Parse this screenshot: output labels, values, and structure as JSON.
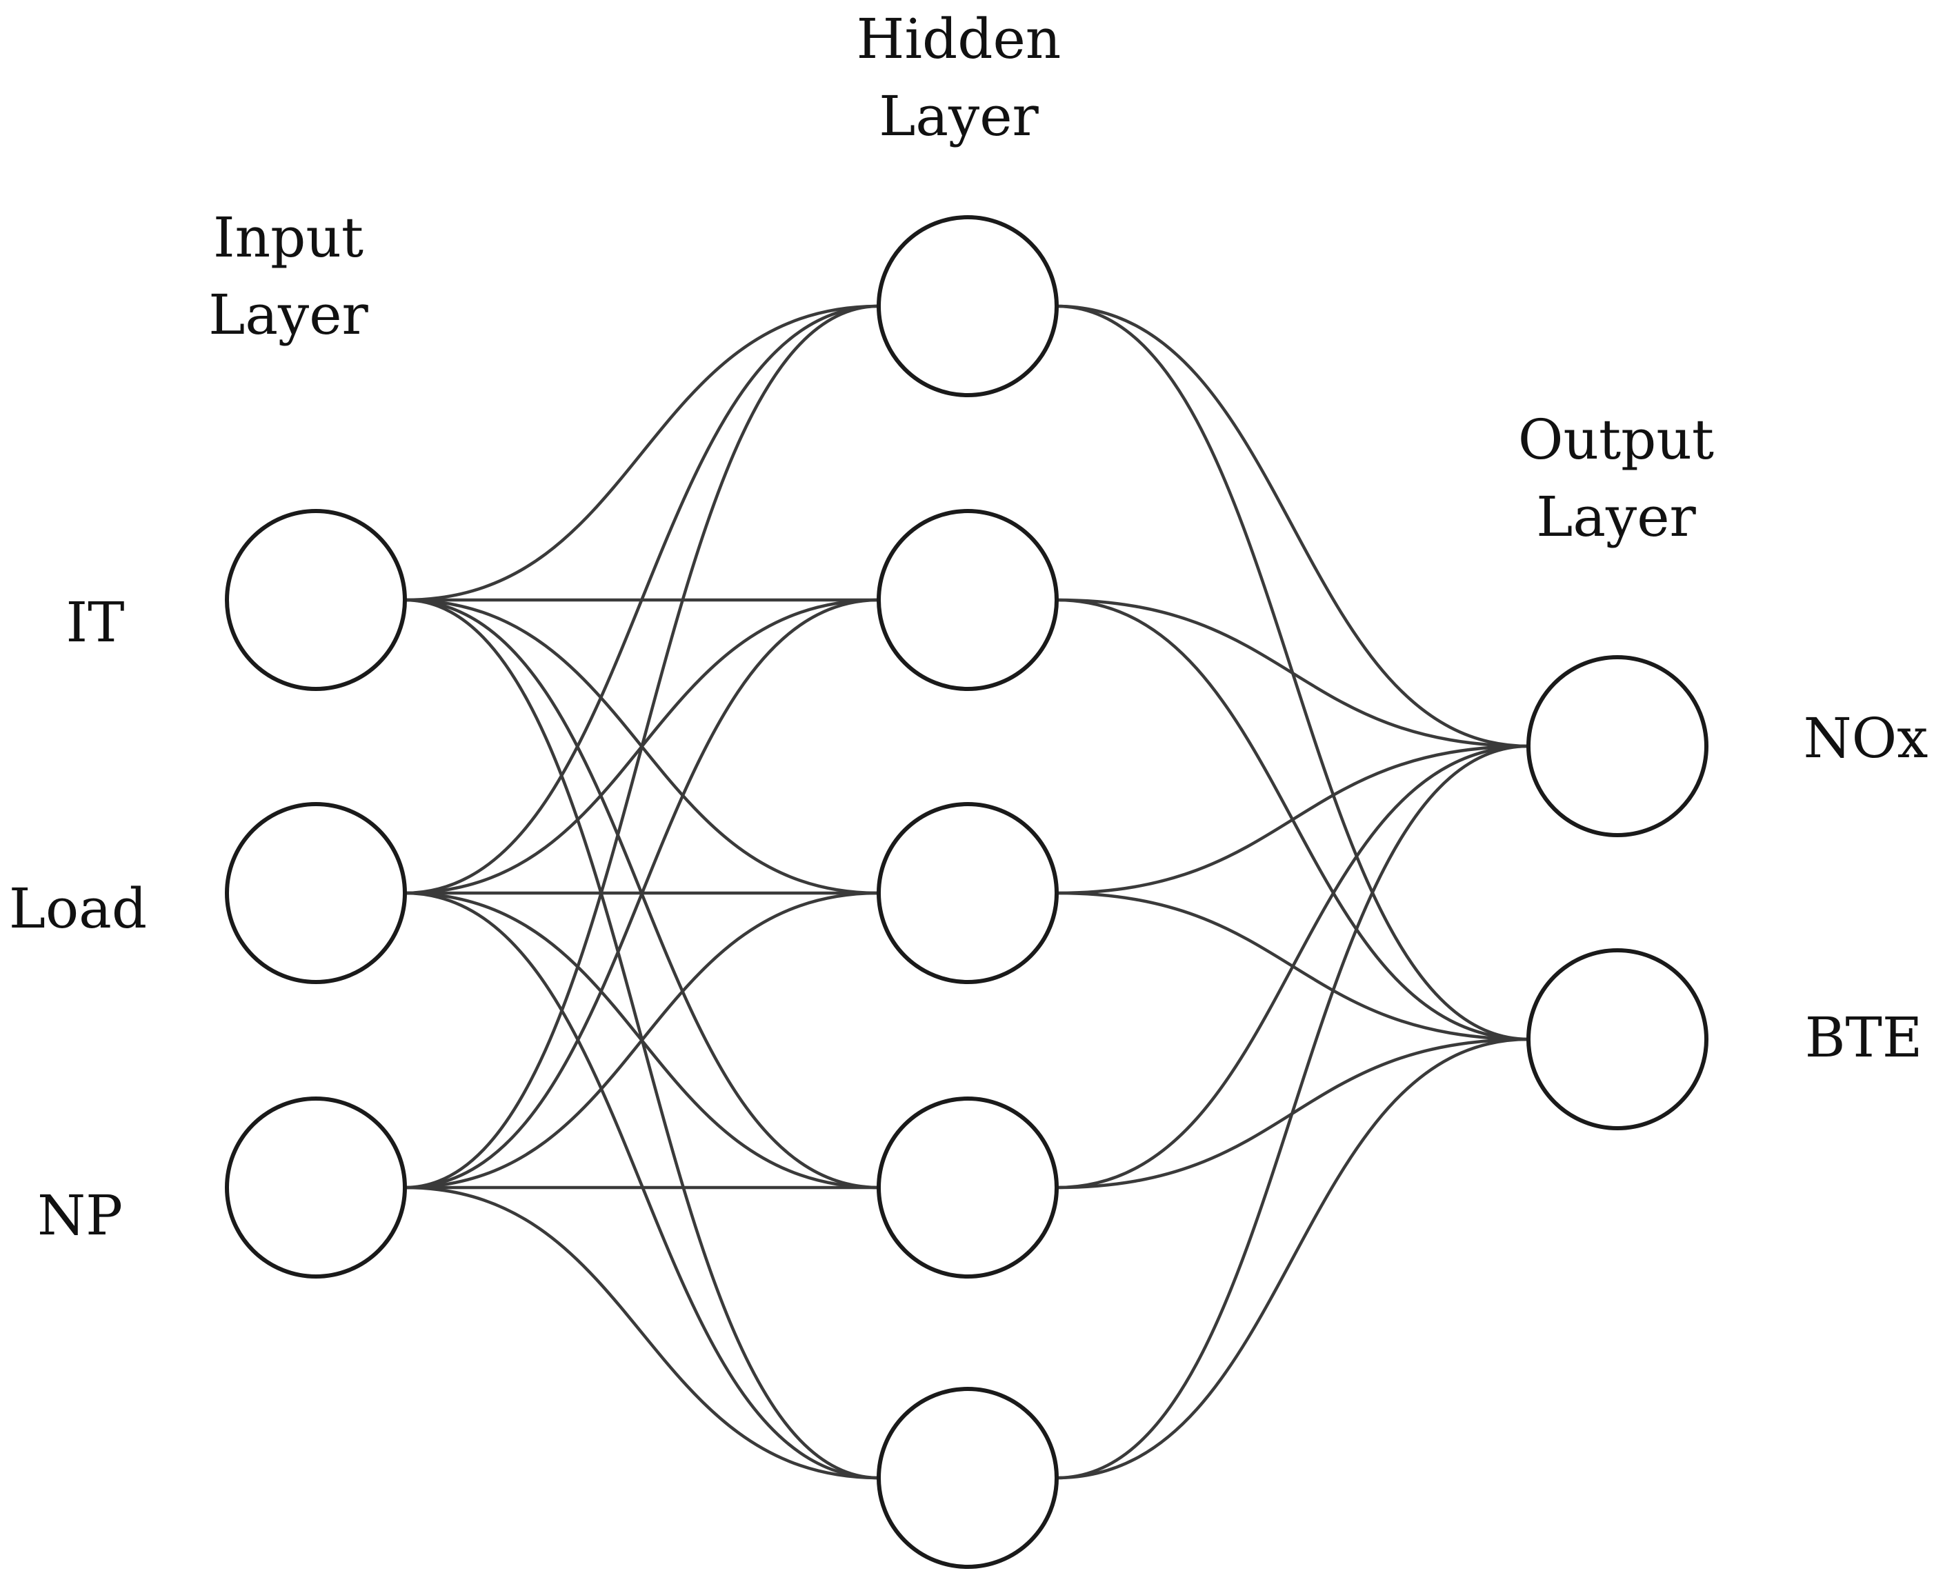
{
  "layers": {
    "input": {
      "title": [
        "Input",
        "Layer"
      ],
      "nodes": [
        "IT",
        "Load",
        "NP"
      ]
    },
    "hidden": {
      "title": [
        "Hidden",
        "Layer"
      ],
      "node_count": 5
    },
    "output": {
      "title": [
        "Output",
        "Layer"
      ],
      "nodes": [
        "NOx",
        "BTE"
      ]
    }
  },
  "colors": {
    "line": "#3a3a3a",
    "node_stroke": "#1a1a1a",
    "text": "#111111",
    "background": "#ffffff"
  }
}
